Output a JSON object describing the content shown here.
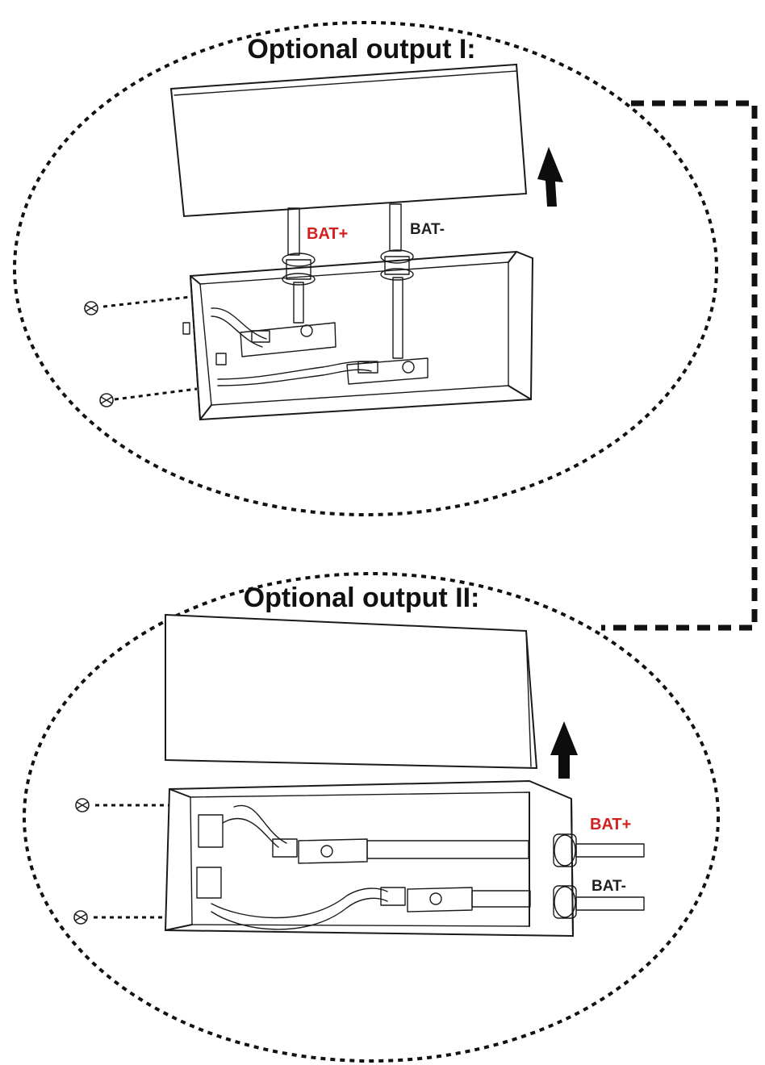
{
  "top": {
    "title": "Optional output I:",
    "bat_plus": "BAT+",
    "bat_minus": "BAT-"
  },
  "bottom": {
    "title": "Optional output II:",
    "bat_plus": "BAT+",
    "bat_minus": "BAT-"
  },
  "colors": {
    "positive_label": "#d21f1f",
    "negative_label": "#222222",
    "lines": "#111111"
  },
  "icons": [
    "up-arrow-icon",
    "screw-icon"
  ]
}
